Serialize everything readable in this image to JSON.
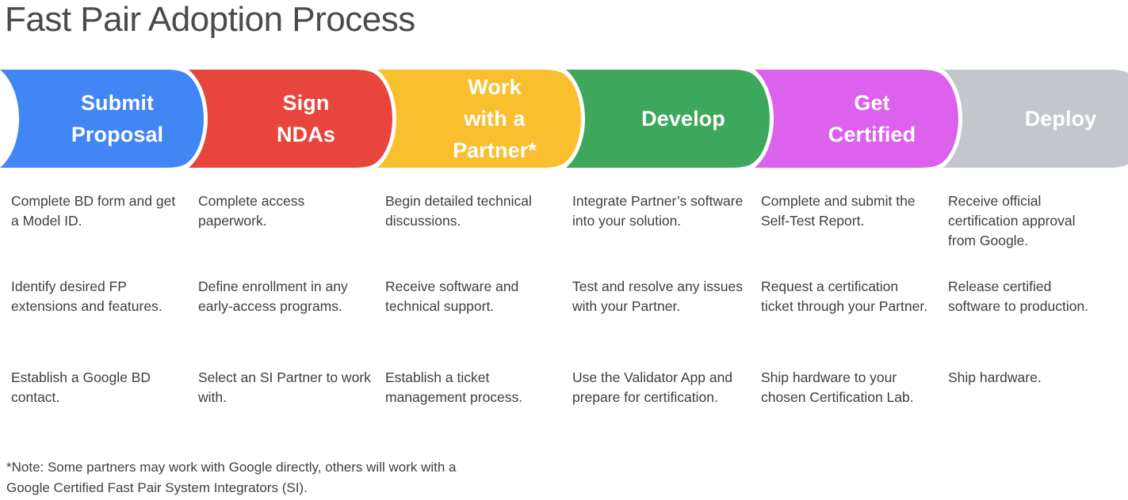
{
  "page": {
    "title": "Fast Pair Adoption Process"
  },
  "colors": {
    "blue": "#4285F4",
    "red": "#E8453C",
    "yellow": "#F9BF2E",
    "green": "#3DA75C",
    "magenta": "#DC62EE",
    "gray": "#C3C6CB",
    "title_text": "#4a4a4a",
    "body_text": "#3c4043",
    "chevron_text": "#FFFFFF",
    "background": "#FFFFFF"
  },
  "stages": [
    {
      "id": "submit-proposal",
      "label_lines": [
        "Submit",
        "Proposal"
      ],
      "color": "#4285F4",
      "items": [
        "Complete BD form and get a Model ID.",
        "Identify desired FP extensions and features.",
        "Establish a Google BD contact."
      ]
    },
    {
      "id": "sign-ndas",
      "label_lines": [
        "Sign",
        "NDAs"
      ],
      "color": "#E8453C",
      "items": [
        "Complete access paperwork.",
        "Define enrollment in any early-access programs.",
        "Select an SI Partner to work with."
      ]
    },
    {
      "id": "work-with-a-partner",
      "label_lines": [
        "Work",
        "with a",
        "Partner*"
      ],
      "color": "#F9BF2E",
      "items": [
        "Begin detailed technical discussions.",
        "Receive software and technical support.",
        "Establish a ticket management process."
      ]
    },
    {
      "id": "develop",
      "label_lines": [
        "Develop"
      ],
      "color": "#3DA75C",
      "items": [
        "Integrate Partner’s software into your solution.",
        "Test and resolve any issues with your Partner.",
        "Use the Validator App and prepare for certification."
      ]
    },
    {
      "id": "get-certified",
      "label_lines": [
        "Get",
        "Certified"
      ],
      "color": "#DC62EE",
      "items": [
        "Complete and submit the Self-Test Report.",
        "Request a certification ticket through your Partner.",
        "Ship hardware to your chosen Certification Lab."
      ]
    },
    {
      "id": "deploy",
      "label_lines": [
        "Deploy"
      ],
      "color": "#C3C6CB",
      "items": [
        "Receive official certification approval from Google.",
        "Release certified software to production.",
        "Ship hardware."
      ]
    }
  ],
  "footnote": {
    "lines": [
      "*Note: Some partners may work with Google directly, others will work with a",
      "Google Certified Fast Pair System Integrators (SI)."
    ]
  }
}
